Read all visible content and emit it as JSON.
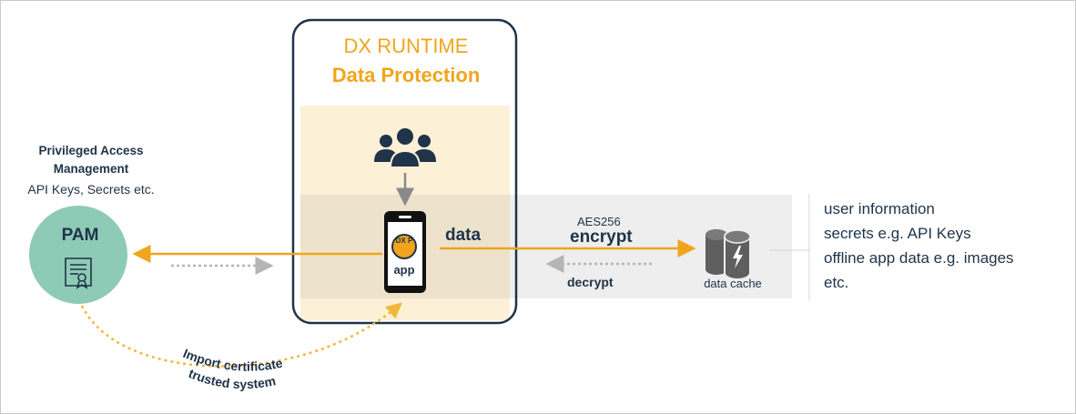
{
  "runtime": {
    "title": "DX RUNTIME",
    "subtitle": "Data Protection"
  },
  "pam": {
    "heading_line1": "Privileged Access",
    "heading_line2": "Management",
    "subheading": "API Keys, Secrets etc.",
    "label": "PAM"
  },
  "app": {
    "logo_text": "DX P",
    "label": "app"
  },
  "flow": {
    "data_label": "data",
    "cipher": "AES256",
    "encrypt_label": "encrypt",
    "decrypt_label": "decrypt",
    "import_line1": "Import certificate",
    "import_line2": "trusted system"
  },
  "storage": {
    "label": "data cache"
  },
  "info_items": [
    "user information",
    "secrets e.g. API Keys",
    "offline app data e.g. images",
    "etc."
  ],
  "colors": {
    "accent": "#f0a51c",
    "navy": "#1f3349",
    "pam_circle": "#8ecbb6",
    "runtime_fill": "#fcf0d6",
    "band_fill": "#eeeeee",
    "cache_icon": "#5f5f5f"
  }
}
